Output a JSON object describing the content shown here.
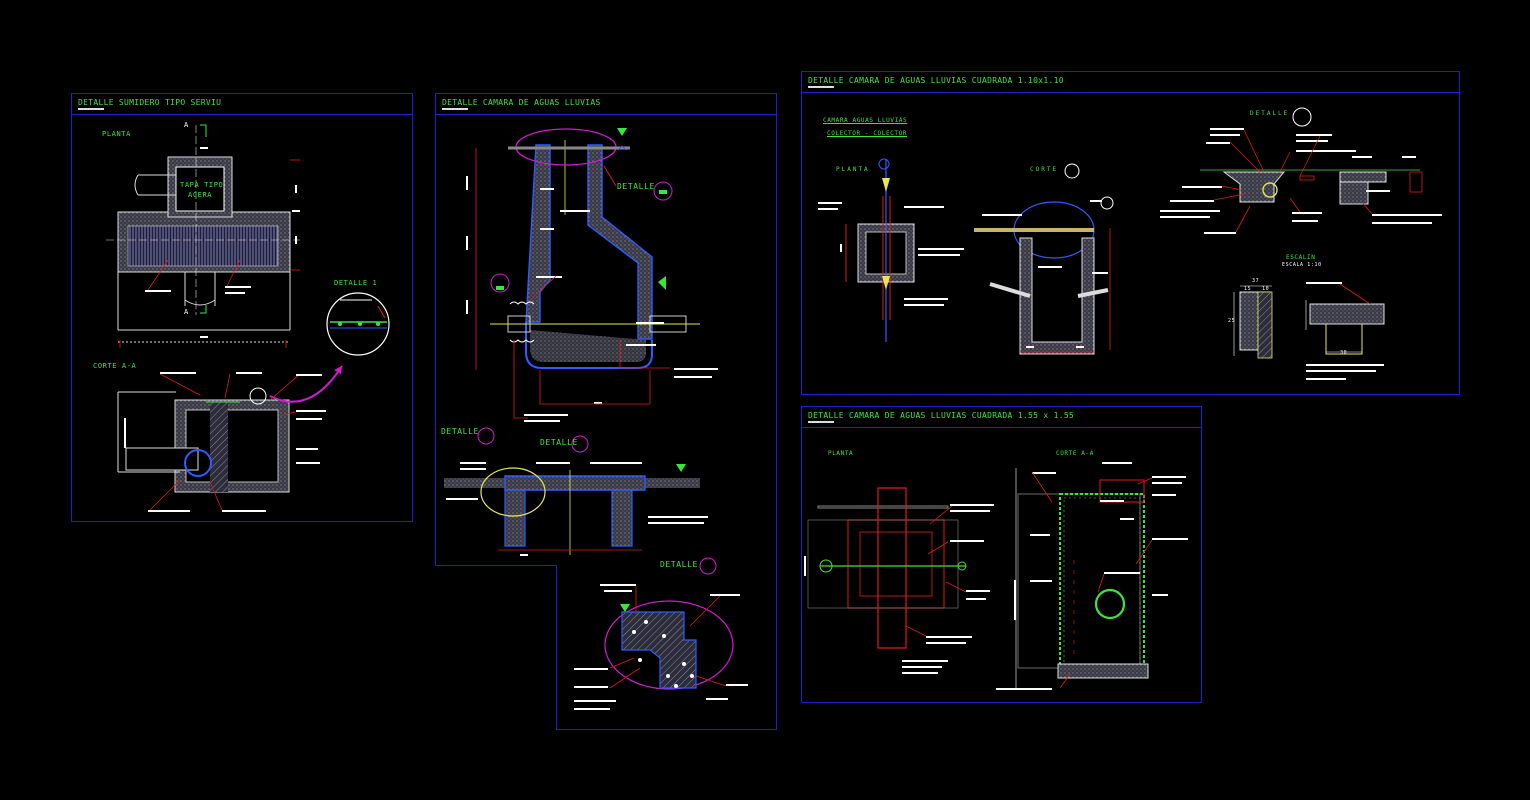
{
  "sheets": [
    {
      "title": "DETALLE SUMIDERO TIPO SERVIU",
      "labels": {
        "planta": "PLANTA",
        "corte": "CORTE A-A",
        "section_mark": "A",
        "tapa_line1": "TAPA TIPO",
        "tapa_line2": "ACERA",
        "detalle": "DETALLE 1"
      }
    },
    {
      "title": "DETALLE CAMARA DE AGUAS LLUVIAS",
      "labels": {
        "detalle_a": "DETALLE",
        "detalle_b": "DETALLE",
        "detalle_c": "DETALLE",
        "detalle_d": "DETALLE"
      }
    },
    {
      "title": "DETALLE CAMARA DE AGUAS LLUVIAS CUADRADA 1.10x1.10",
      "labels": {
        "sub1": "CAMARA AGUAS LLUVIAS",
        "sub2": "COLECTOR - COLECTOR",
        "planta": "PLANTA",
        "corte": "CORTE",
        "detalle": "DETALLE",
        "escalin": "ESCALIN",
        "escalin_sub": "ESCALA 1:10",
        "dim1": "37",
        "dim2": "10",
        "dim3": "15",
        "dim4": "25",
        "dim5": "30"
      }
    },
    {
      "title": "DETALLE CAMARA DE AGUAS LLUVIAS CUADRADA 1.55 x 1.55",
      "labels": {
        "planta": "PLANTA",
        "corte": "CORTE A-A"
      }
    }
  ],
  "colors": {
    "frame": "#1d1dd6",
    "text_green": "#3be63b",
    "leader_red": "#e01a1a",
    "wall_hatch": "#6a6a7a",
    "pipe_blue": "#2d5cff",
    "bubble_magenta": "#d21ad2",
    "axis_yellow": "#e6e65a",
    "white": "#ffffff"
  }
}
